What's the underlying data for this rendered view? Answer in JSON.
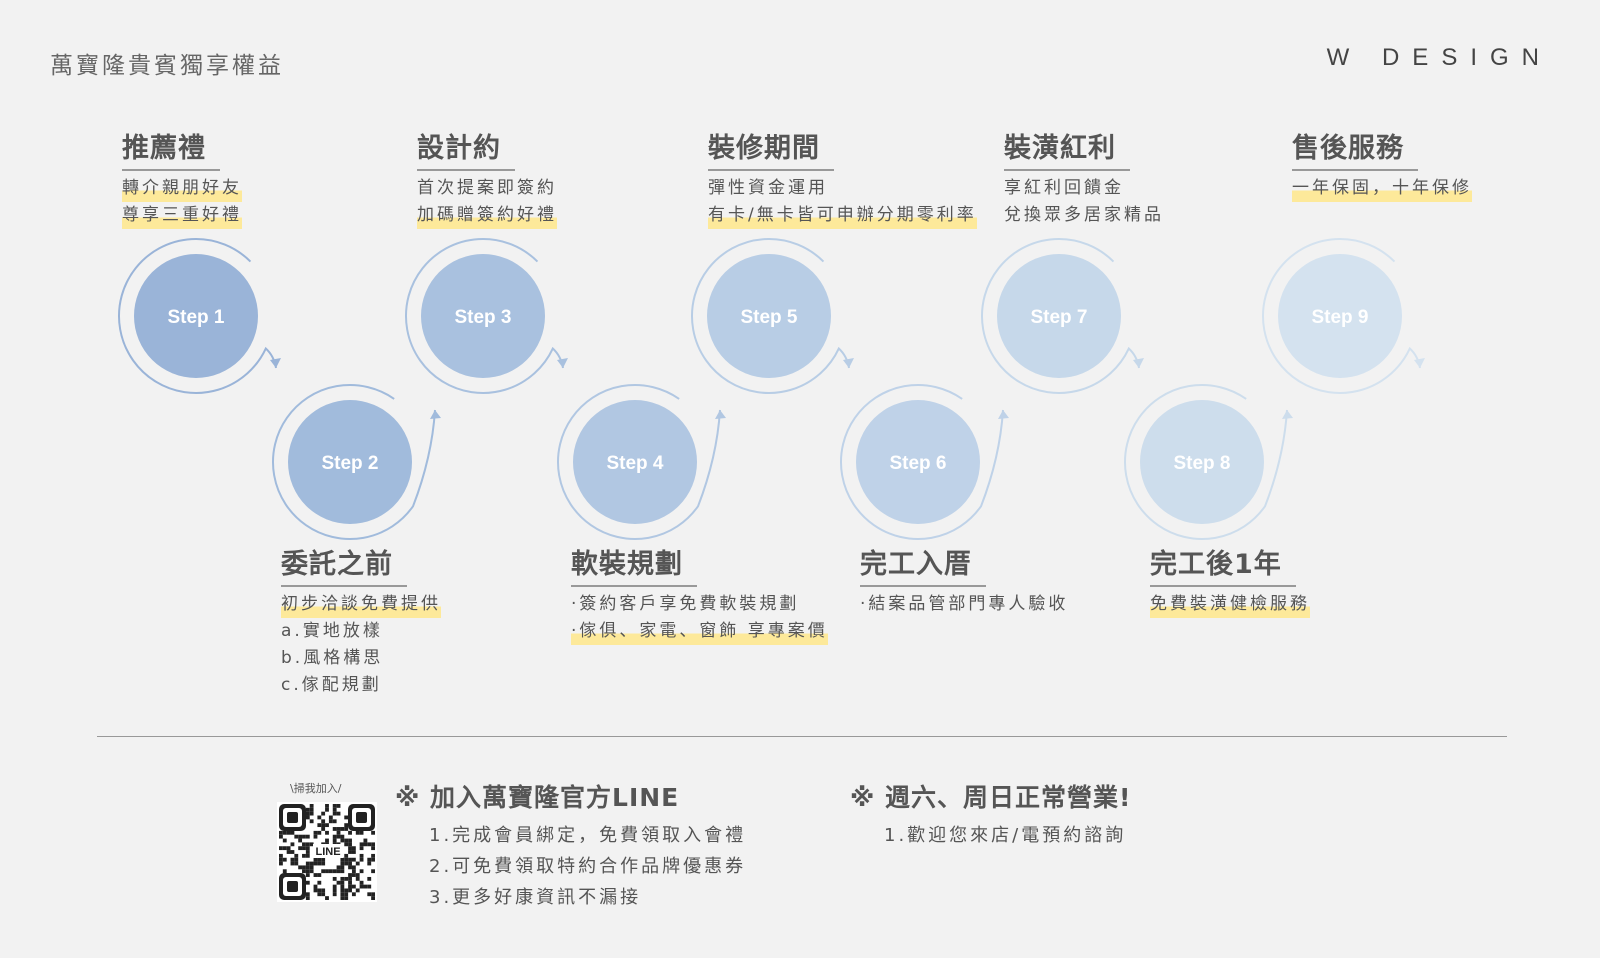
{
  "header": {
    "title": "萬寶隆貴賓獨享權益",
    "brand": "W DESIGN"
  },
  "steps": [
    {
      "label": "Step 1",
      "color": "#9ab4d8"
    },
    {
      "label": "Step 2",
      "color": "#a1bbdc"
    },
    {
      "label": "Step 3",
      "color": "#a9c1df"
    },
    {
      "label": "Step 4",
      "color": "#b1c7e2"
    },
    {
      "label": "Step 5",
      "color": "#b8cde5"
    },
    {
      "label": "Step 6",
      "color": "#bfd2e8"
    },
    {
      "label": "Step 7",
      "color": "#c6d8ea"
    },
    {
      "label": "Step 8",
      "color": "#cdddec"
    },
    {
      "label": "Step 9",
      "color": "#d4e2ef"
    }
  ],
  "blocks": [
    {
      "title": "推薦禮",
      "lines": [
        {
          "text": "轉介親朋好友",
          "hl": true
        },
        {
          "text": "尊享三重好禮",
          "hl": true
        }
      ]
    },
    {
      "title": "委託之前",
      "lines": [
        {
          "text": "初步洽談免費提供",
          "hl": true
        },
        {
          "text": "a.實地放樣",
          "hl": false
        },
        {
          "text": "b.風格構思",
          "hl": false
        },
        {
          "text": "c.傢配規劃",
          "hl": false
        }
      ]
    },
    {
      "title": "設計約",
      "lines": [
        {
          "text": "首次提案即簽約",
          "hl": false
        },
        {
          "text": "加碼贈簽約好禮",
          "hl": true
        }
      ]
    },
    {
      "title": "軟裝規劃",
      "lines": [
        {
          "text": "‧簽約客戶享免費軟裝規劃",
          "hl": false
        },
        {
          "text": "‧傢俱、家電、窗飾 享專案價",
          "hl": true
        }
      ]
    },
    {
      "title": "裝修期間",
      "lines": [
        {
          "text": "彈性資金運用",
          "hl": false
        },
        {
          "text": "有卡/無卡皆可申辦分期零利率",
          "hl": true
        }
      ]
    },
    {
      "title": "完工入厝",
      "lines": [
        {
          "text": "‧結案品管部門專人驗收",
          "hl": false
        }
      ]
    },
    {
      "title": "裝潢紅利",
      "lines": [
        {
          "text": "享紅利回饋金",
          "hl": false
        },
        {
          "text": "兌換眾多居家精品",
          "hl": false
        }
      ]
    },
    {
      "title": "完工後1年",
      "lines": [
        {
          "text": "免費裝潢健檢服務",
          "hl": true
        }
      ]
    },
    {
      "title": "售後服務",
      "lines": [
        {
          "text": "一年保固，十年保修",
          "hl": true
        }
      ]
    }
  ],
  "footer": {
    "scan": "\\掃我加入/",
    "qr_text": "LINE",
    "line_section": {
      "title": "※ 加入萬寶隆官方LINE",
      "items": [
        "1.完成會員綁定，免費領取入會禮",
        "2.可免費領取特約合作品牌優惠券",
        "3.更多好康資訊不漏接"
      ]
    },
    "hours_section": {
      "title": "※ 週六、周日正常營業!",
      "items": [
        "1.歡迎您來店/電預約諮詢"
      ]
    }
  }
}
